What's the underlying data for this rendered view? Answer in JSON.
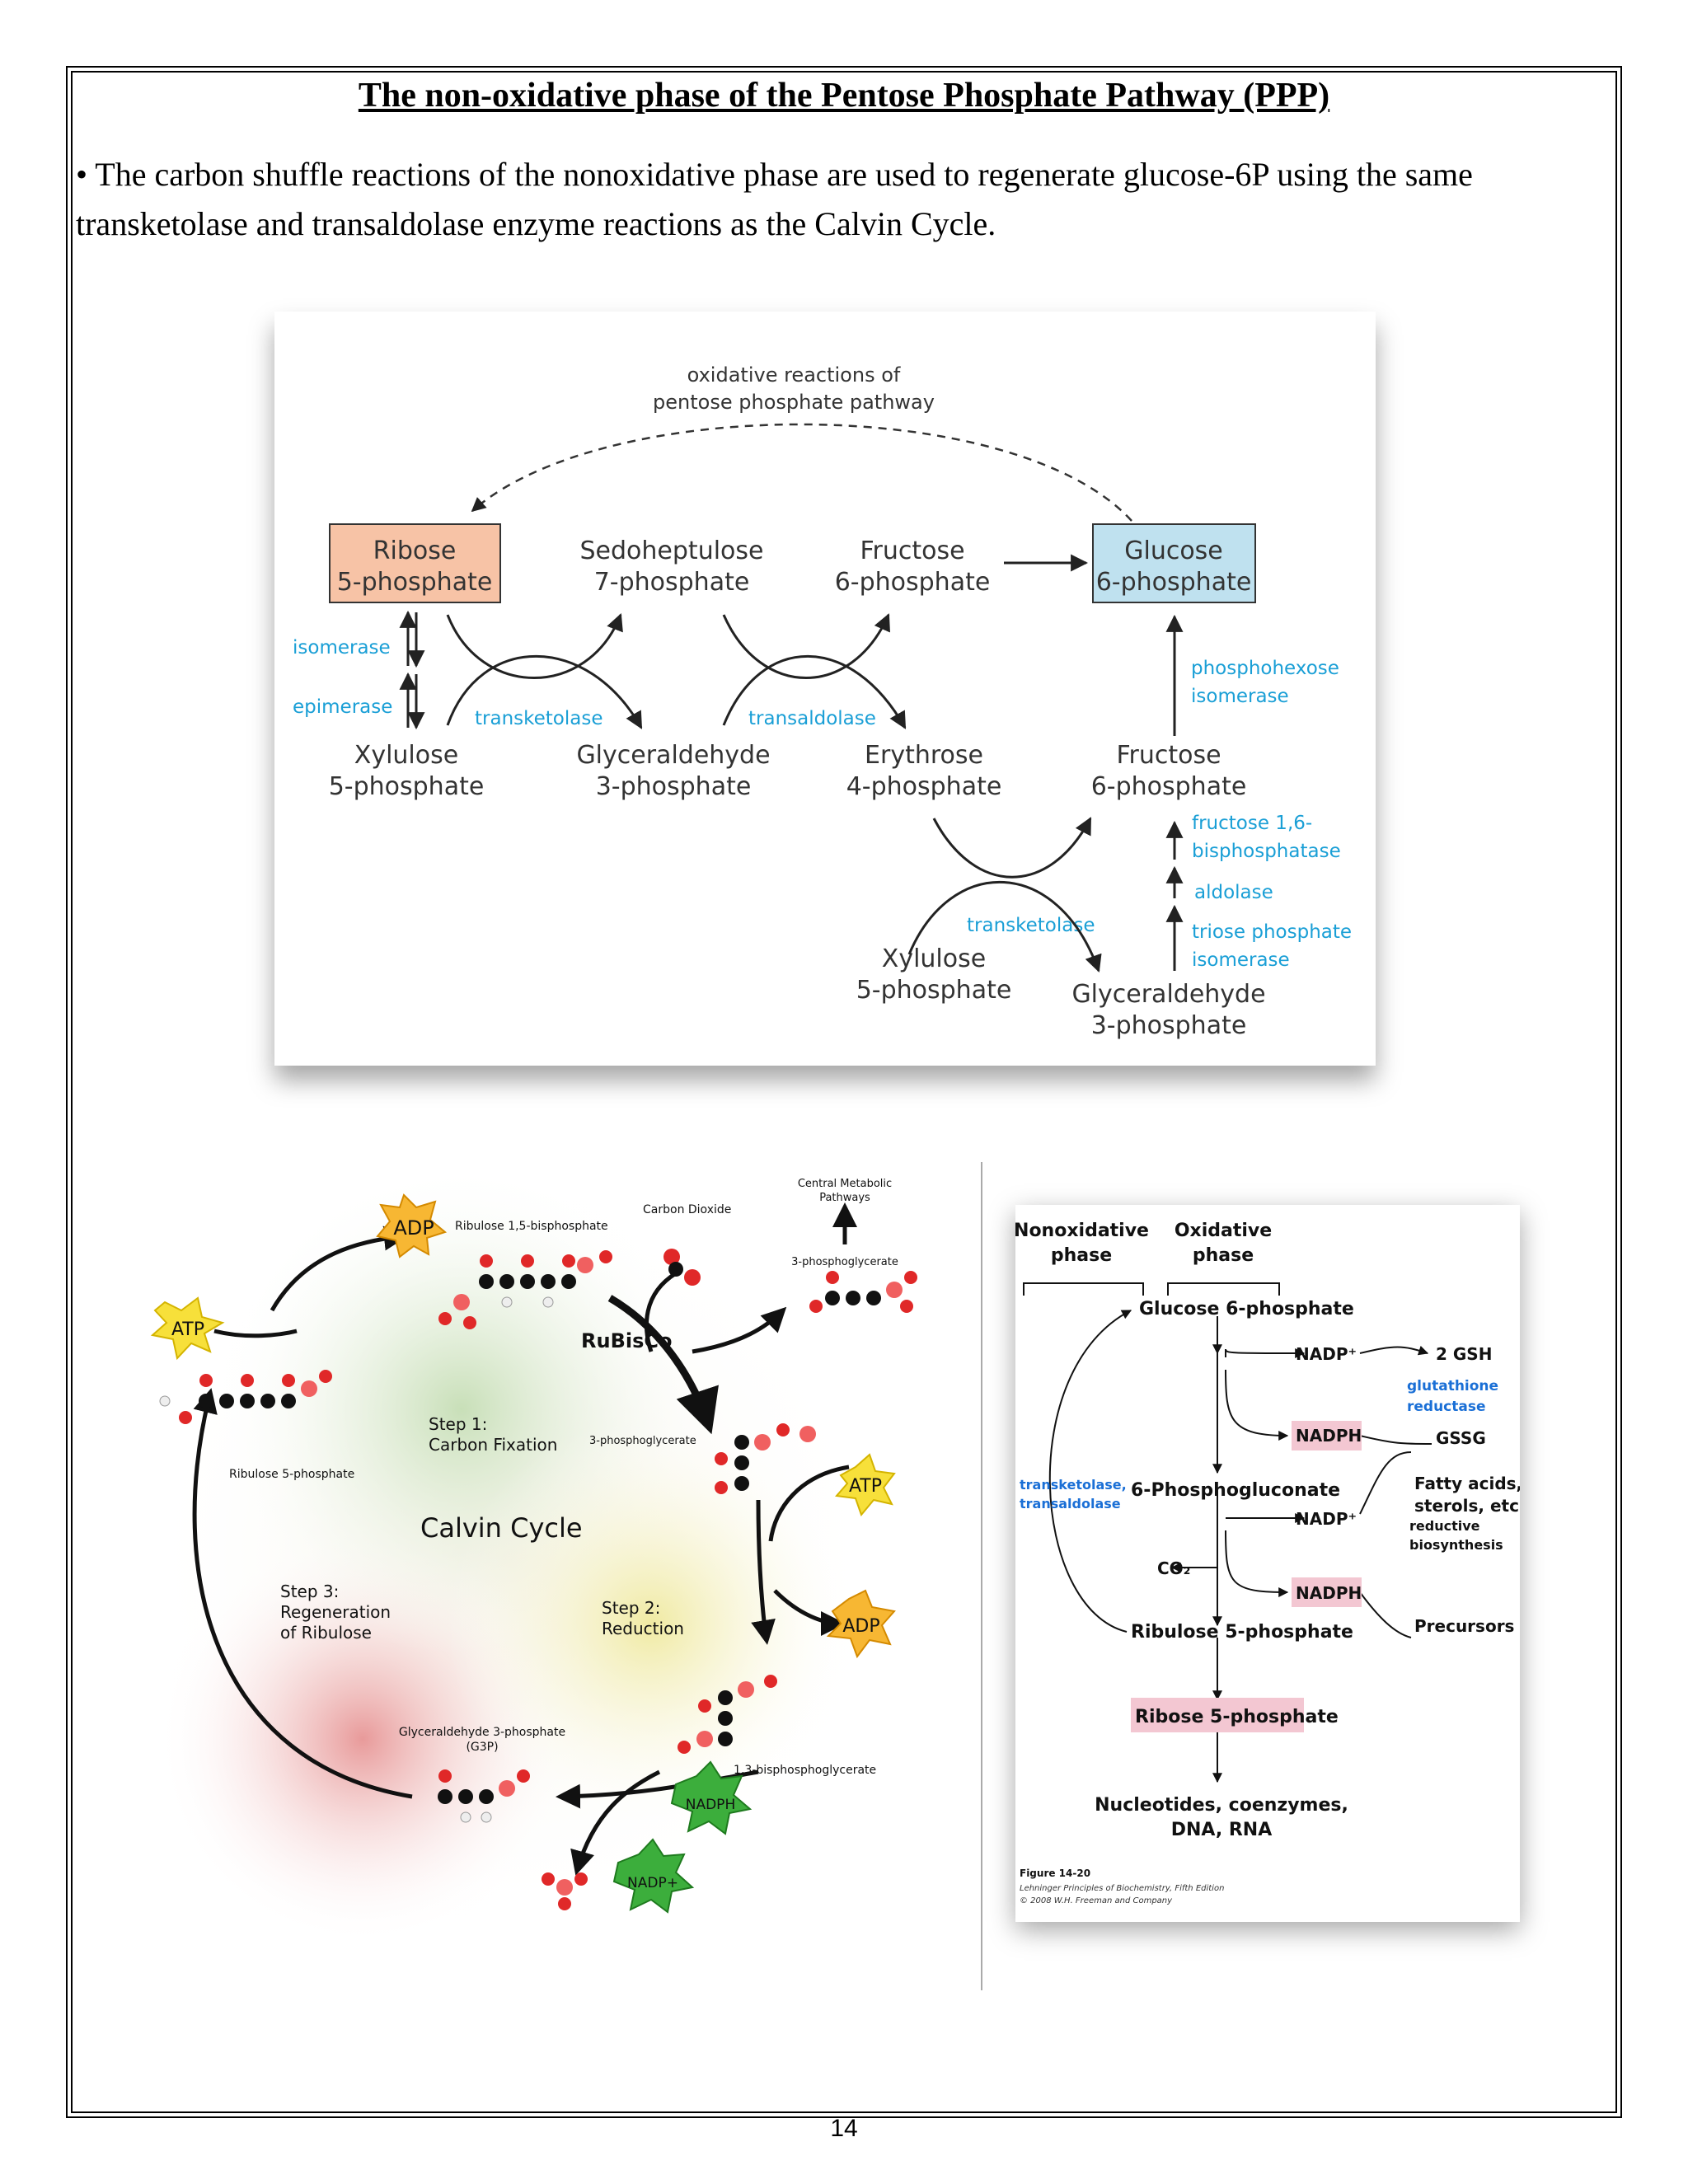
{
  "title": "The non-oxidative phase of the Pentose Phosphate Pathway (PPP)",
  "paragraph": "• The carbon shuffle reactions of the nonoxidative phase are used to regenerate glucose-6P using the same transketolase and transaldolase enzyme reactions as the Calvin Cycle.",
  "page_number": "14",
  "fig1": {
    "top_label_1": "oxidative reactions of",
    "top_label_2": "pentose phosphate pathway",
    "ribose_1": "Ribose",
    "ribose_2": "5-phosphate",
    "sedo_1": "Sedoheptulose",
    "sedo_2": "7-phosphate",
    "fru_top_1": "Fructose",
    "fru_top_2": "6-phosphate",
    "glu_1": "Glucose",
    "glu_2": "6-phosphate",
    "isomerase": "isomerase",
    "epimerase": "epimerase",
    "transketolase_a": "transketolase",
    "transaldolase": "transaldolase",
    "phi_1": "phosphohexose",
    "phi_2": "isomerase",
    "xyl_1": "Xylulose",
    "xyl_2": "5-phosphate",
    "gap_1": "Glyceraldehyde",
    "gap_2": "3-phosphate",
    "ery_1": "Erythrose",
    "ery_2": "4-phosphate",
    "fru_mid_1": "Fructose",
    "fru_mid_2": "6-phosphate",
    "fbp_1": "fructose 1,6-",
    "fbp_2": "bisphosphatase",
    "aldolase": "aldolase",
    "transketolase_b": "transketolase",
    "tpi_1": "triose phosphate",
    "tpi_2": "isomerase",
    "xyl2_1": "Xylulose",
    "xyl2_2": "5-phosphate",
    "gap2_1": "Glyceraldehyde",
    "gap2_2": "3-phosphate",
    "colors": {
      "ribose_box": "#f7c3a6",
      "glucose_box": "#bfe1ef",
      "enzyme": "#1a9fd6"
    }
  },
  "fig2": {
    "adp_top": "ADP",
    "atp_left": "ATP",
    "rubp": "Ribulose 1,5-bisphosphate",
    "co2": "Carbon Dioxide",
    "central_1": "Central Metabolic",
    "central_2": "Pathways",
    "pg_top": "3-phosphoglycerate",
    "rubisco": "RuBisCo",
    "step1_1": "Step 1:",
    "step1_2": "Carbon Fixation",
    "pg_mid": "3-phosphoglycerate",
    "r5p": "Ribulose 5-phosphate",
    "atp_right": "ATP",
    "calvin": "Calvin Cycle",
    "step3_1": "Step 3:",
    "step3_2": "Regeneration",
    "step3_3": "of Ribulose",
    "step2_1": "Step 2:",
    "step2_2": "Reduction",
    "adp_right": "ADP",
    "g3p_1": "Glyceraldehyde 3-phosphate",
    "g3p_2": "(G3P)",
    "bpg": "1,3-bisphosphoglycerate",
    "nadph": "NADPH",
    "nadp": "NADP+"
  },
  "fig3": {
    "nonox_1": "Nonoxidative",
    "nonox_2": "phase",
    "ox_1": "Oxidative",
    "ox_2": "phase",
    "g6p": "Glucose 6-phosphate",
    "nadp1": "NADP⁺",
    "gsh": "2 GSH",
    "gr_1": "glutathione",
    "gr_2": "reductase",
    "nadph1": "NADPH",
    "gssg": "GSSG",
    "tk_1": "transketolase,",
    "tk_2": "transaldolase",
    "pgluc": "6-Phosphogluconate",
    "fatty_1": "Fatty acids,",
    "fatty_2": "sterols, etc.",
    "nadp2": "NADP⁺",
    "red_1": "reductive",
    "red_2": "biosynthesis",
    "co2": "CO₂",
    "nadph2": "NADPH",
    "precursors": "Precursors",
    "ru5p": "Ribulose 5-phosphate",
    "r5p": "Ribose 5-phosphate",
    "nuc_1": "Nucleotides, coenzymes,",
    "nuc_2": "DNA, RNA",
    "fig_label": "Figure 14-20",
    "credit_1": "Lehninger Principles of Biochemistry, Fifth Edition",
    "credit_2": "© 2008 W.H. Freeman and Company"
  }
}
